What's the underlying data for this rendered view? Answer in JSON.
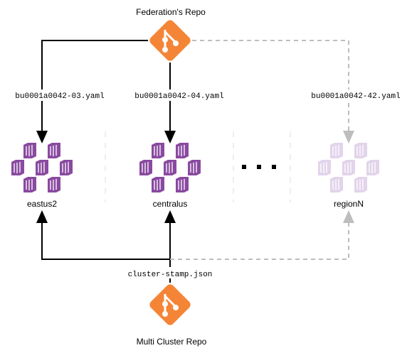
{
  "top_repo": {
    "label": "Federation's Repo",
    "icon": "git-icon",
    "color": "#F58536"
  },
  "bottom_repo": {
    "label": "Multi Cluster Repo",
    "icon": "git-icon",
    "color": "#F58536"
  },
  "stamp_file": "cluster-stamp.json",
  "ellipsis": "•  •  •",
  "clusters": [
    {
      "name": "eastus2",
      "file": "bu0001a0042-03.yaml",
      "faded": false
    },
    {
      "name": "centralus",
      "file": "bu0001a0042-04.yaml",
      "faded": false
    },
    {
      "name": "regionN",
      "file": "bu0001a0042-42.yaml",
      "faded": true
    }
  ],
  "colors": {
    "cluster": "#8A4AA0",
    "cluster_faded": "#E2D4EA",
    "solid_line": "#000000",
    "dashed_line": "#BDBDBD",
    "divider": "#DDDDDD"
  }
}
